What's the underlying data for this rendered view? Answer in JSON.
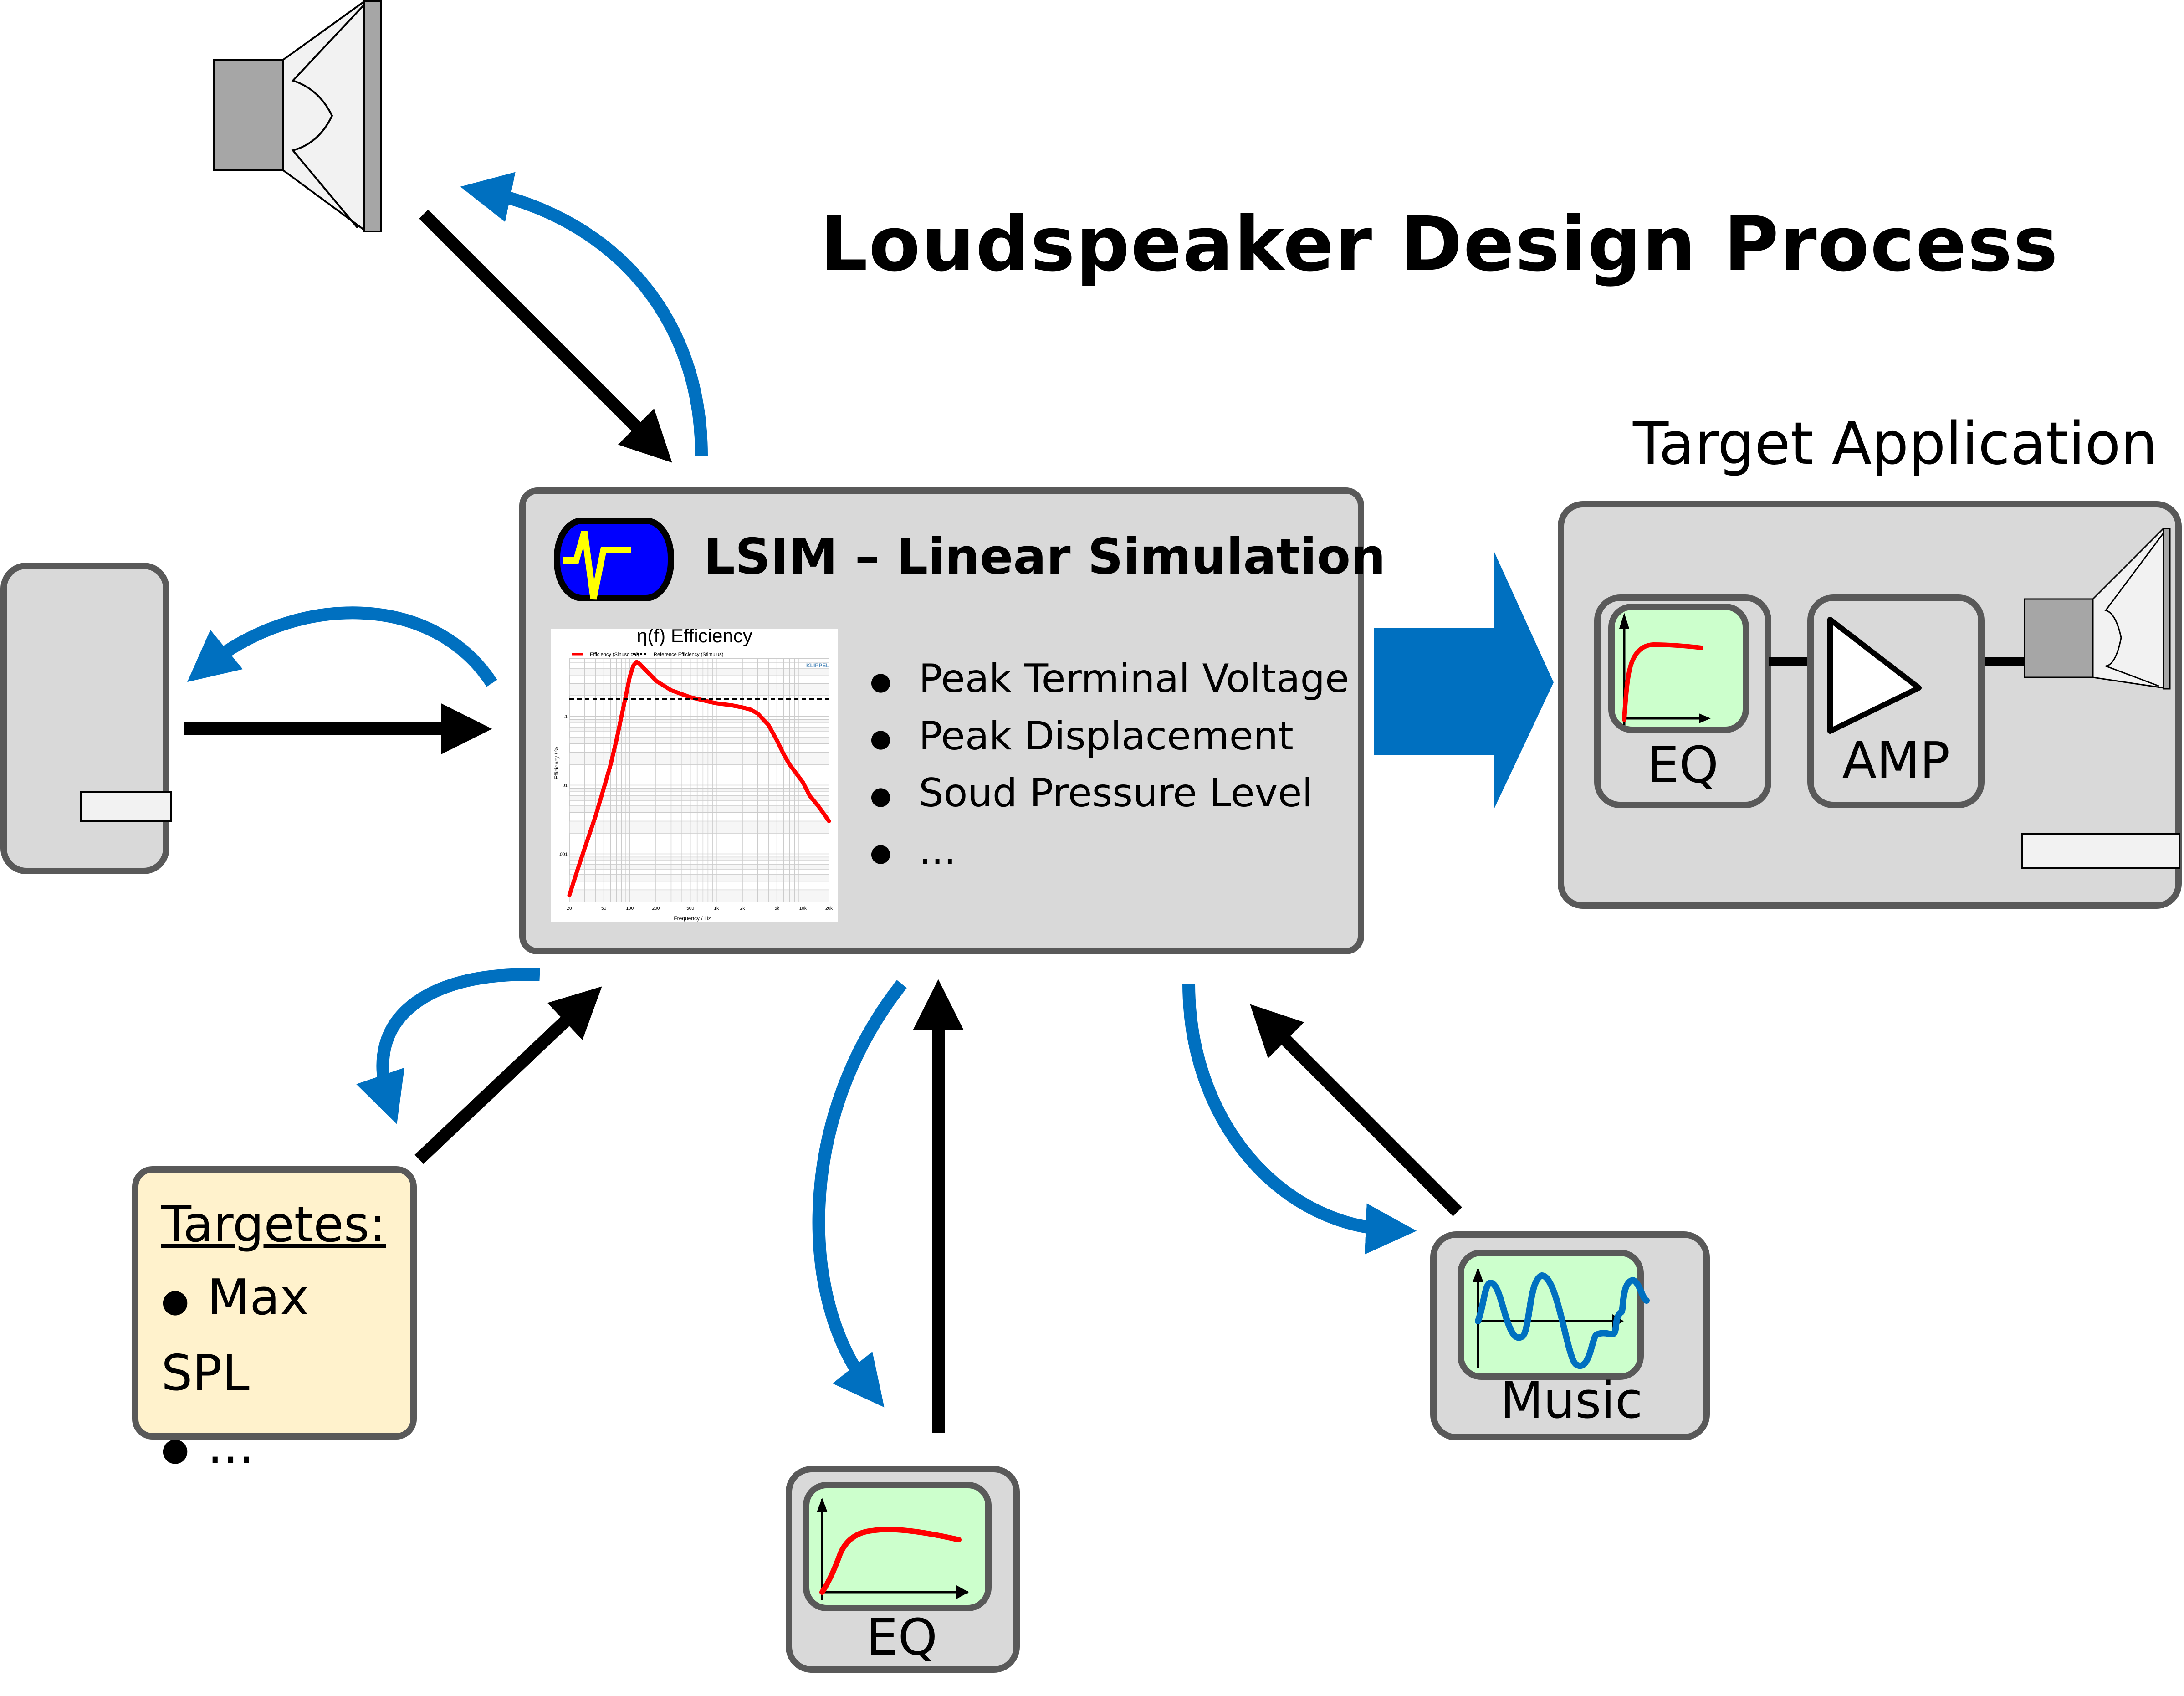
{
  "title": "Loudspeaker Design Process",
  "lsim": {
    "title": "LSIM – Linear Simulation",
    "logo_icon": "oscilloscope-pulse-icon",
    "bullets": [
      "Peak Terminal Voltage",
      "Peak Displacement",
      "Soud Pressure Level",
      "..."
    ]
  },
  "target_application": {
    "title": "Target Application",
    "eq_label": "EQ",
    "amp_label": "AMP"
  },
  "targets_box": {
    "heading": "Targetes:",
    "items": [
      "Max SPL",
      "..."
    ]
  },
  "eq_block": {
    "label": "EQ"
  },
  "music_block": {
    "label": "Music"
  },
  "colors": {
    "accent_blue": "#0070c0",
    "box_fill": "#d9d9d9",
    "box_border": "#595959",
    "screen_green": "#ccffcc",
    "targets_fill": "#fff2cc",
    "curve_red": "#ff0000",
    "logo_blue": "#0000ff",
    "logo_yellow": "#ffff00"
  },
  "chart_data": {
    "type": "line",
    "title": "η(f) Efficiency",
    "xlabel": "Frequency / Hz",
    "ylabel": "Efficiency / %",
    "xscale": "log",
    "yscale": "log",
    "xlim": [
      20,
      20000
    ],
    "ylim": [
      0.0002,
      0.7
    ],
    "xticks": [
      20,
      50,
      100,
      200,
      500,
      1000,
      2000,
      5000,
      10000,
      20000
    ],
    "xtick_labels": [
      "20",
      "50",
      "100",
      "200",
      "500",
      "1k",
      "2k",
      "5k",
      "10k",
      "20k"
    ],
    "yticks": [
      0.001,
      0.01,
      0.1
    ],
    "ytick_labels": [
      ".001",
      ".01",
      ".1"
    ],
    "grid": true,
    "legend": "top",
    "watermark": "KLIPPEL",
    "series": [
      {
        "name": "Efficiency (Sinusoidal)",
        "style": "solid-red",
        "x": [
          20,
          25,
          30,
          40,
          50,
          60,
          70,
          80,
          90,
          100,
          110,
          120,
          130,
          150,
          200,
          300,
          500,
          800,
          1000,
          1500,
          2000,
          2500,
          3000,
          4000,
          5000,
          6000,
          7000,
          8000,
          10000,
          12000,
          15000,
          20000
        ],
        "y": [
          0.00025,
          0.0006,
          0.0012,
          0.0035,
          0.009,
          0.02,
          0.045,
          0.1,
          0.2,
          0.38,
          0.55,
          0.62,
          0.58,
          0.48,
          0.33,
          0.24,
          0.19,
          0.165,
          0.155,
          0.145,
          0.135,
          0.125,
          0.11,
          0.075,
          0.045,
          0.028,
          0.02,
          0.016,
          0.011,
          0.007,
          0.005,
          0.003
        ]
      },
      {
        "name": "Reference Efficiency (Stimulus)",
        "style": "dashed-black",
        "x": [
          20,
          20000
        ],
        "y": [
          0.18,
          0.18
        ]
      }
    ]
  }
}
